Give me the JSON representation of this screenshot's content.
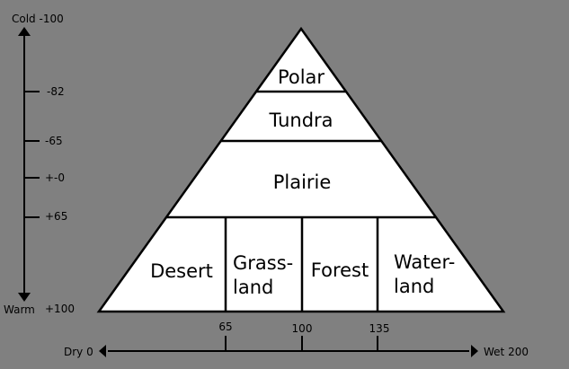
{
  "temperature_axis": {
    "top_label": "Cold -100",
    "bottom_left_label": "Warm",
    "bottom_right_label": "+100",
    "ticks": [
      "-82",
      "-65",
      "+-0",
      "+65"
    ]
  },
  "moisture_axis": {
    "left_label": "Dry 0",
    "right_label": "Wet 200",
    "ticks": [
      "65",
      "100",
      "135"
    ]
  },
  "zones": {
    "polar": "Polar",
    "tundra": "Tundra",
    "plairie": "Plairie",
    "desert": "Desert",
    "grassland": [
      "Grass-",
      "land"
    ],
    "forest": "Forest",
    "waterland": [
      "Water-",
      "land"
    ]
  },
  "colors": {
    "background": "#808080",
    "fill": "#ffffff",
    "stroke": "#000000"
  }
}
